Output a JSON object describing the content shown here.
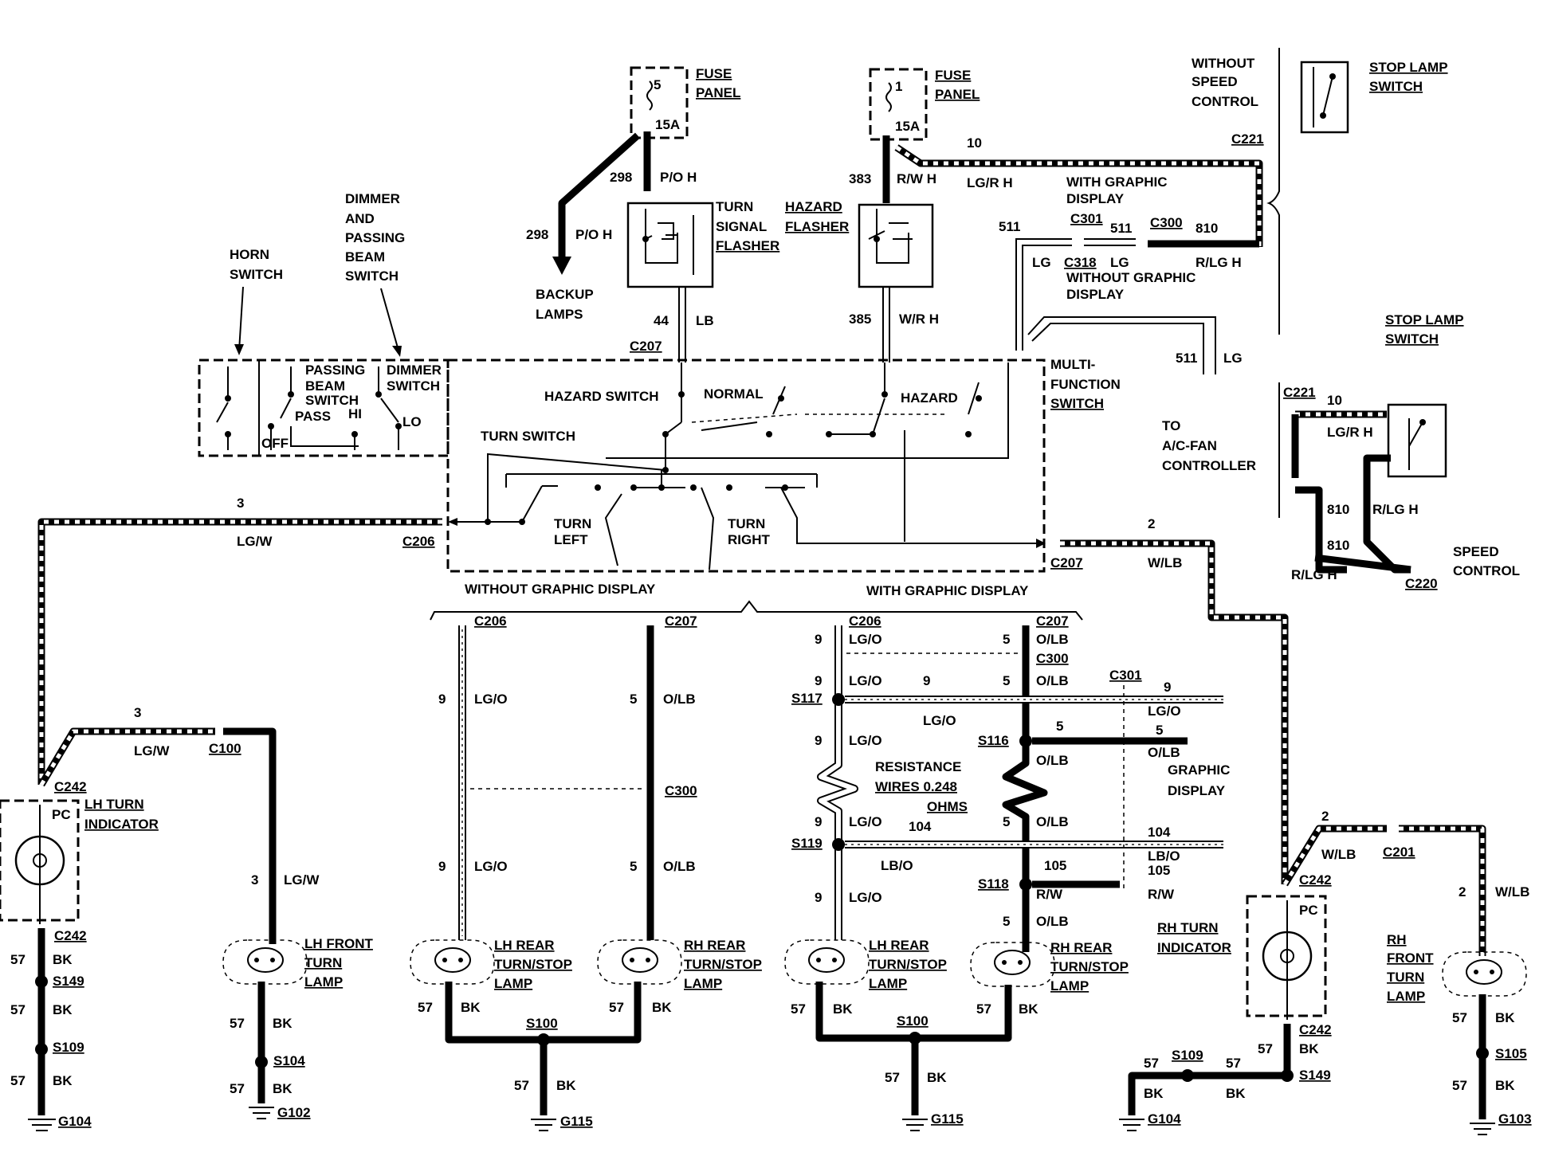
{
  "fuse_panel_left": {
    "title": "FUSE",
    "title2": "PANEL",
    "fuse_num": "5",
    "rating": "15A"
  },
  "fuse_panel_right": {
    "title": "FUSE",
    "title2": "PANEL",
    "fuse_num": "1",
    "rating": "15A"
  },
  "turn_flasher": {
    "l1": "TURN",
    "l2": "SIGNAL",
    "l3": "FLASHER"
  },
  "hazard_flasher": {
    "l1": "HAZARD",
    "l2": "FLASHER"
  },
  "backup": {
    "l1": "BACKUP",
    "l2": "LAMPS"
  },
  "horn_switch": {
    "l1": "HORN",
    "l2": "SWITCH"
  },
  "dimmer_block": {
    "l1": "DIMMER",
    "l2": "AND",
    "l3": "PASSING",
    "l4": "BEAM",
    "l5": "SWITCH"
  },
  "passing_beam": {
    "l1": "PASSING",
    "l2": "BEAM",
    "l3": "SWITCH",
    "pass": "PASS",
    "hi": "HI",
    "off": "OFF"
  },
  "dimmer_switch": {
    "l1": "DIMMER",
    "l2": "SWITCH",
    "lo": "LO"
  },
  "mfs": {
    "l1": "MULTI-",
    "l2": "FUNCTION",
    "l3": "SWITCH",
    "hazard_switch": "HAZARD SWITCH",
    "normal": "NORMAL",
    "hazard": "HAZARD",
    "turn_switch": "TURN SWITCH",
    "turn_left": "TURN",
    "left": "LEFT",
    "turn_right": "TURN",
    "right": "RIGHT"
  },
  "stop_top": {
    "without": "WITHOUT",
    "speed": "SPEED",
    "control": "CONTROL",
    "l1": "STOP LAMP",
    "l2": "SWITCH"
  },
  "stop_mid": {
    "l1": "STOP LAMP",
    "l2": "SWITCH"
  },
  "speed_ctrl": {
    "l1": "SPEED",
    "l2": "CONTROL"
  },
  "ac_fan": {
    "l1": "TO",
    "l2": "A/C-FAN",
    "l3": "CONTROLLER"
  },
  "graphic": {
    "with1": "WITH GRAPHIC",
    "with2": "DISPLAY",
    "without1": "WITHOUT GRAPHIC",
    "without2": "DISPLAY",
    "gd1": "GRAPHIC",
    "gd2": "DISPLAY"
  },
  "branch": {
    "without": "WITHOUT GRAPHIC DISPLAY",
    "with": "WITH GRAPHIC DISPLAY"
  },
  "resistance": {
    "l1": "RESISTANCE",
    "l2": "WIRES 0.248",
    "l3": "OHMS"
  },
  "lamps": {
    "lh_ind1": "LH TURN",
    "lh_ind2": "INDICATOR",
    "rh_ind1": "RH TURN",
    "rh_ind2": "INDICATOR",
    "pc": "PC",
    "lh_front1": "LH FRONT",
    "lh_front2": "TURN",
    "lh_front3": "LAMP",
    "lh_rear1": "LH REAR",
    "lh_rear2": "TURN/STOP",
    "lh_rear3": "LAMP",
    "rh_rear1": "RH REAR",
    "rh_rear2": "TURN/STOP",
    "rh_rear3": "LAMP",
    "rh_front1": "RH",
    "rh_front2": "FRONT",
    "rh_front3": "TURN",
    "rh_front4": "LAMP"
  },
  "wires": {
    "n298": "298",
    "po_h": "P/O H",
    "n383": "383",
    "rw_h": "R/W H",
    "n10": "10",
    "lgr_h": "LG/R H",
    "n44": "44",
    "lb": "LB",
    "n385": "385",
    "wr_h": "W/R H",
    "n511": "511",
    "lg": "LG",
    "n810": "810",
    "rlg_h": "R/LG H",
    "n3": "3",
    "lgw": "LG/W",
    "n2": "2",
    "wlb": "W/LB",
    "n9": "9",
    "lgo": "LG/O",
    "n5": "5",
    "olb": "O/LB",
    "n104": "104",
    "lbo": "LB/O",
    "n105": "105",
    "rw": "R/W",
    "n57": "57",
    "bk": "BK"
  },
  "connectors": {
    "c221": "C221",
    "c301": "C301",
    "c300": "C300",
    "c318": "C318",
    "c207": "C207",
    "c206": "C206",
    "c242": "C242",
    "c100": "C100",
    "c201": "C201",
    "c220": "C220"
  },
  "splices": {
    "s149": "S149",
    "s109": "S109",
    "s104": "S104",
    "s100": "S100",
    "s117": "S117",
    "s116": "S116",
    "s119": "S119",
    "s118": "S118",
    "s105": "S105"
  },
  "grounds": {
    "g104": "G104",
    "g102": "G102",
    "g115": "G115",
    "g103": "G103"
  }
}
